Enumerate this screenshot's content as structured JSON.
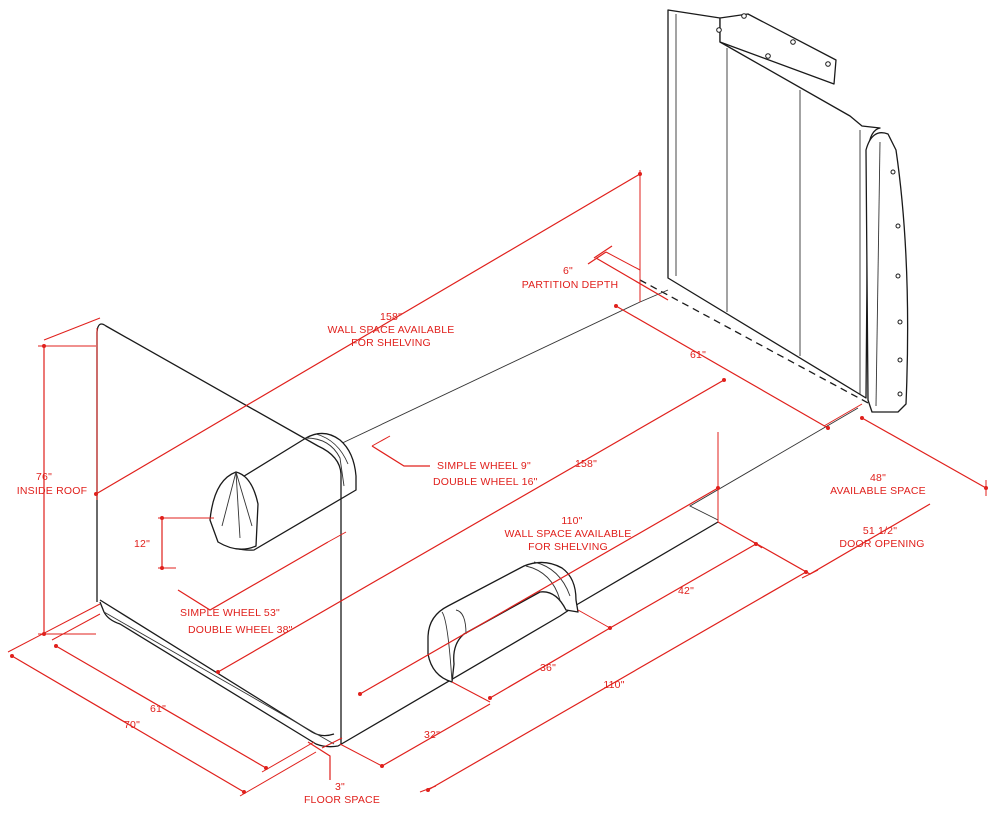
{
  "colors": {
    "dimension": "#e0201c",
    "outline": "#1a1a1a",
    "background": "#ffffff"
  },
  "labels": {
    "wall_top_value": "158\"",
    "wall_top_line1": "WALL SPACE AVAILABLE",
    "wall_top_line2": "FOR SHELVING",
    "partition_value": "6\"",
    "partition_text": "PARTITION DEPTH",
    "partition_width": "61\"",
    "inside_roof_value": "76\"",
    "inside_roof_text": "INSIDE ROOF",
    "wheel_rear_single": "SIMPLE WHEEL 9\"",
    "wheel_rear_double": "DOUBLE WHEEL 16\"",
    "floor_length": "158\"",
    "wheel_height": "12\"",
    "wall_side_value": "110\"",
    "wall_side_line1": "WALL SPACE AVAILABLE",
    "wall_side_line2": "FOR SHELVING",
    "available_value": "48\"",
    "available_text": "AVAILABLE SPACE",
    "door_value": "51 1/2\"",
    "door_text": "DOOR OPENING",
    "wheel_between_single": "SIMPLE WHEEL 53\"",
    "wheel_between_double": "DOUBLE WHEEL 38\"",
    "door_offset": "42\"",
    "wheel_well_length": "36\"",
    "floor_side_length": "110\"",
    "rear_to_wheel": "32\"",
    "inner_width": "61\"",
    "outer_width": "70\"",
    "floor_space_value": "3\"",
    "floor_space_text": "FLOOR SPACE"
  }
}
